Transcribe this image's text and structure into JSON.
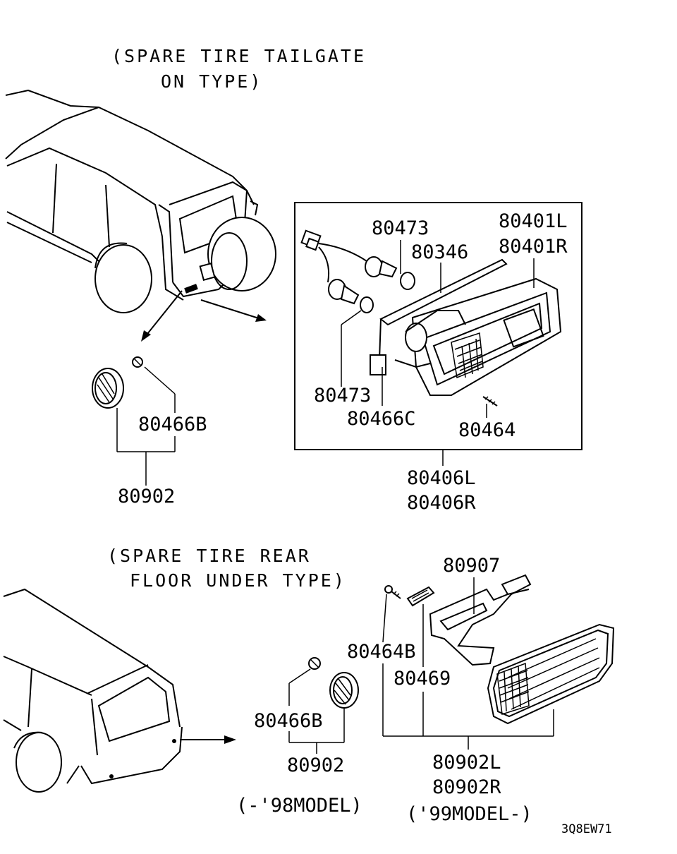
{
  "sections": {
    "top_heading_line1": "(SPARE TIRE TAILGATE",
    "top_heading_line2": "ON TYPE)",
    "bottom_heading_line1": "(SPARE TIRE REAR",
    "bottom_heading_line2": "FLOOR UNDER TYPE)"
  },
  "parts": {
    "p80473_a": "80473",
    "p80346": "80346",
    "p80401L": "80401L",
    "p80401R": "80401R",
    "p80473_b": "80473",
    "p80466C": "80466C",
    "p80464": "80464",
    "p80406L": "80406L",
    "p80406R": "80406R",
    "p80466B_top": "80466B",
    "p80902_top": "80902",
    "p80907": "80907",
    "p80464B": "80464B",
    "p80469": "80469",
    "p80466B_bottom": "80466B",
    "p80902_bottom": "80902",
    "p80902L": "80902L",
    "p80902R": "80902R"
  },
  "model_notes": {
    "early": "(-'98MODEL)",
    "late": "('99MODEL-)"
  },
  "diagram_code": "3Q8EW71"
}
